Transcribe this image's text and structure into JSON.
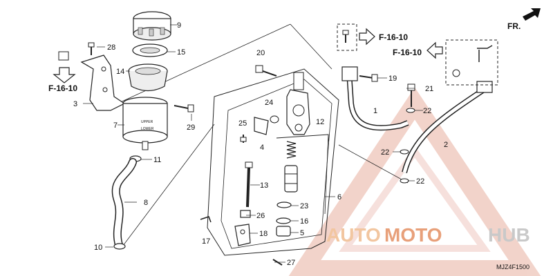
{
  "direction_label": "FR.",
  "diagram_code": "MJZ4F1500",
  "references": [
    "F-16-10",
    "F-16-10",
    "F-16-10"
  ],
  "watermark": {
    "text_a": "AUTO",
    "text_b": "MOTO",
    "text_c": "HUB",
    "color_a": "#f2c6a0",
    "color_b": "#e8a07a",
    "color_c": "#c9c9c9"
  },
  "reservoir_marks": {
    "upper": "UPPER",
    "lower": "LOWER"
  },
  "parts": [
    {
      "num": "9"
    },
    {
      "num": "28"
    },
    {
      "num": "15"
    },
    {
      "num": "14"
    },
    {
      "num": "3"
    },
    {
      "num": "7"
    },
    {
      "num": "29"
    },
    {
      "num": "11"
    },
    {
      "num": "8"
    },
    {
      "num": "10"
    },
    {
      "num": "20"
    },
    {
      "num": "24"
    },
    {
      "num": "25"
    },
    {
      "num": "4"
    },
    {
      "num": "12"
    },
    {
      "num": "13"
    },
    {
      "num": "26"
    },
    {
      "num": "17"
    },
    {
      "num": "18"
    },
    {
      "num": "27"
    },
    {
      "num": "23"
    },
    {
      "num": "16"
    },
    {
      "num": "5"
    },
    {
      "num": "6"
    },
    {
      "num": "19"
    },
    {
      "num": "1"
    },
    {
      "num": "21"
    },
    {
      "num": "22"
    },
    {
      "num": "22"
    },
    {
      "num": "22"
    },
    {
      "num": "2"
    }
  ]
}
